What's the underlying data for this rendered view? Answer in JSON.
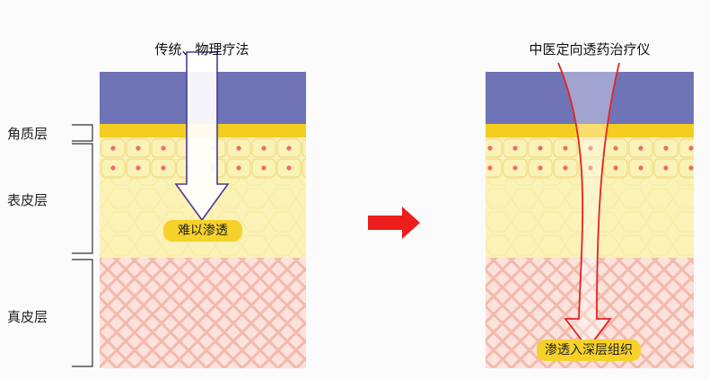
{
  "labels": {
    "stratum_corneum": "角质层",
    "epidermis": "表皮层",
    "dermis": "真皮层"
  },
  "left_panel": {
    "title": "传统、物理疗法",
    "badge": "难以渗透"
  },
  "right_panel": {
    "title": "中医定向透药治疗仪",
    "badge": "渗透入深层组织"
  },
  "colors": {
    "top_layer": "#6f74b6",
    "corneum": "#f3cd1f",
    "epidermis": "#fbf2b5",
    "dermis": "#fbe3dc",
    "dermis_lines": "#f3b9ab",
    "cell_dot": "#f06b6b",
    "arrow_left_stroke": "#4a3b96",
    "arrow_right_stroke": "#e52222",
    "middle_arrow": "#ee1c1c",
    "badge_bg": "#f6d12a"
  }
}
